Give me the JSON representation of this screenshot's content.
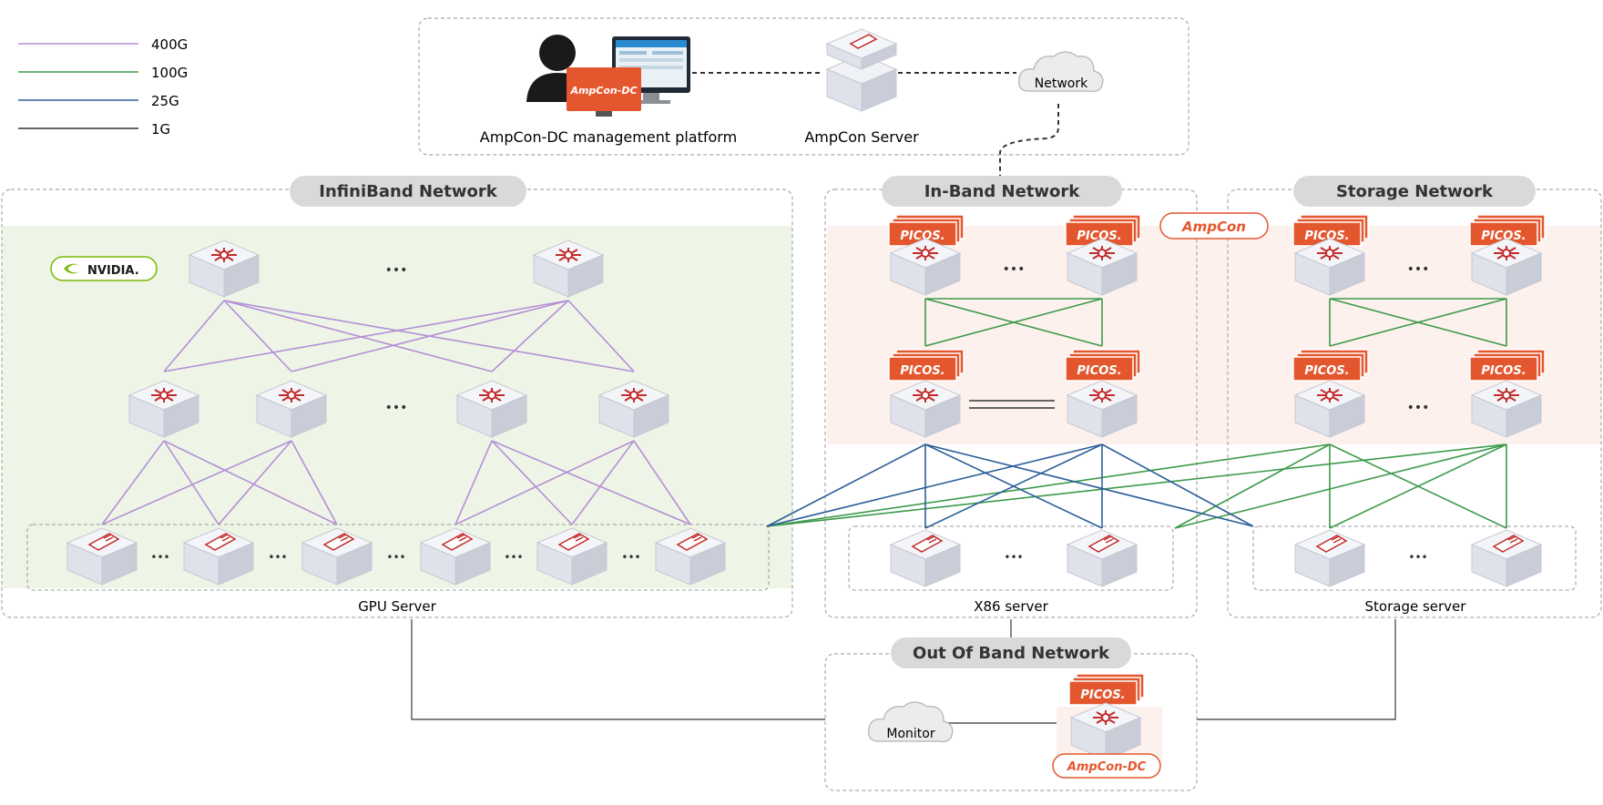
{
  "legend": [
    {
      "label": "400G",
      "color": "#b48fd6"
    },
    {
      "label": "100G",
      "color": "#3c9a4a"
    },
    {
      "label": "25G",
      "color": "#2d5f9a"
    },
    {
      "label": "1G",
      "color": "#333333"
    }
  ],
  "management": {
    "platform_label": "AmpCon-DC management platform",
    "screen_logo": "AmpCon-DC",
    "server_label": "AmpCon Server",
    "network_label": "Network"
  },
  "sections": {
    "infiniband": "InfiniBand Network",
    "inband": "In-Band Network",
    "storage": "Storage Network",
    "oob": "Out Of Band Network"
  },
  "logos": {
    "nvidia": "NVIDIA.",
    "picos": "PICOS.",
    "ampcon": "AmpCon",
    "ampcon_dc": "AmpCon-DC"
  },
  "server_labels": {
    "gpu": "GPU Server",
    "x86": "X86 server",
    "storage": "Storage server"
  },
  "monitor_label": "Monitor",
  "ellipsis": "•••",
  "colors": {
    "infiniband_bg": "#eef5e6",
    "picos_bg": "#fdf1ee",
    "brand_red": "#e4572e",
    "pill_bg": "#d9d9d9"
  }
}
